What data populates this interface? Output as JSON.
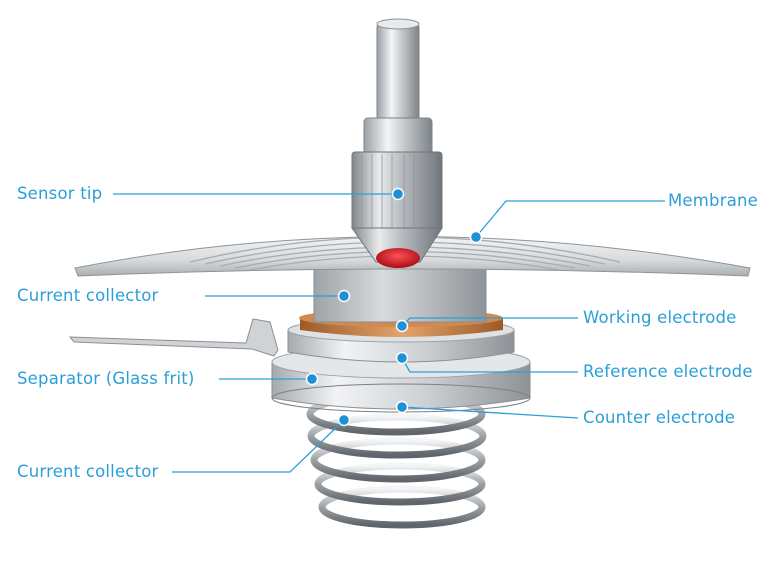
{
  "colors": {
    "label": "#2a9fd8",
    "leader": "#2a9fd8",
    "dot": "#1e90d6",
    "metal_light": "#eef0f1",
    "metal_mid": "#c6cacd",
    "metal_dark": "#8b9095",
    "copper": "#c9793b",
    "tip_red": "#c8121a"
  },
  "labels": {
    "sensor_tip": "Sensor tip",
    "membrane": "Membrane",
    "current_collector_top": "Current collector",
    "working_electrode": "Working electrode",
    "separator": "Separator (Glass frit)",
    "reference_electrode": "Reference electrode",
    "counter_electrode": "Counter electrode",
    "current_collector_bottom": "Current collector"
  }
}
